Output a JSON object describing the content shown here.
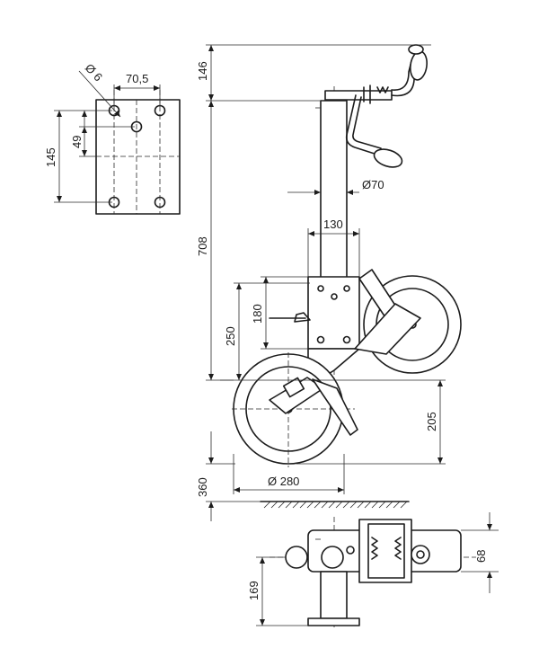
{
  "plate": {
    "hole_diameter": "Ø 6",
    "hole_spacing_h": "70,5",
    "height": "145",
    "hole_spacing_v": "49"
  },
  "main": {
    "dim_top": "146",
    "dim_total": "708",
    "dim_tube": "Ø70",
    "dim_bracket": "130",
    "dim_bracket_h": "180",
    "dim_hinge": "250",
    "dim_upper_wheel": "205",
    "dim_wheel": "Ø 280",
    "dim_bottom": "360"
  },
  "bottom_view": {
    "dim_width": "68",
    "dim_offset": "169"
  }
}
